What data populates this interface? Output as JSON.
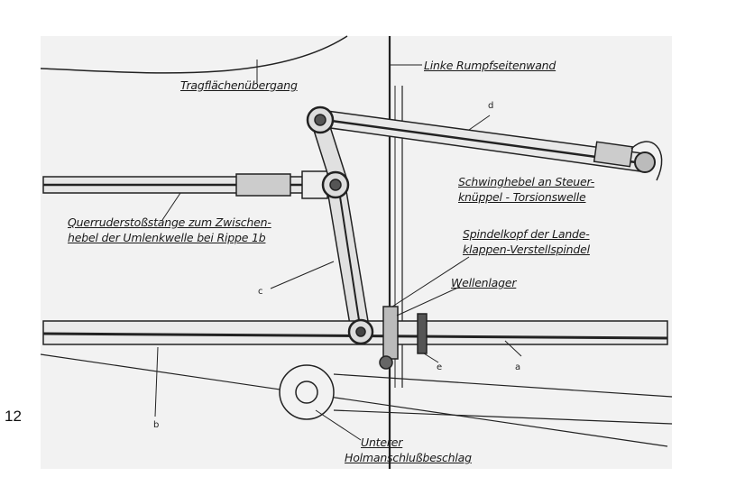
{
  "page_number": "12",
  "labels": {
    "wing_transition": "Tragflächenübergang",
    "fuselage_wall": "Linke Rumpfseitenwand",
    "rocker_lever_1": "Schwinghebel an Steuer-",
    "rocker_lever_2": "knüppel - Torsionswelle",
    "aileron_rod_1": "Querruderstoßstange zum Zwischen-",
    "aileron_rod_2": "hebel der Umlenkwelle bei Rippe 1b",
    "spindle_head_1": "Spindelkopf der Lande-",
    "spindle_head_2": "klappen-Verstellspindel",
    "shaft_bearing": "Wellenlager",
    "spar_fitting_1": "Unterer",
    "spar_fitting_2": "Holmanschlußbeschlag"
  },
  "part_letters": {
    "a": "a",
    "b": "b",
    "c": "c",
    "d": "d",
    "e": "e"
  }
}
